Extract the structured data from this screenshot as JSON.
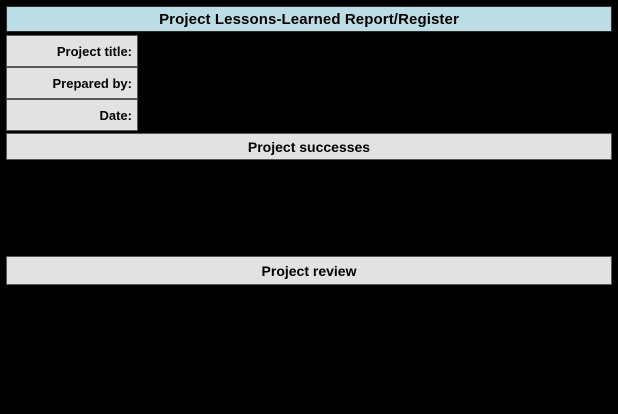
{
  "document": {
    "title": "Project Lessons-Learned Report/Register",
    "accent_color": "#bddde6",
    "band_color": "#e2e2e2",
    "background_color": "#000000",
    "border_color": "#575757"
  },
  "fields": [
    {
      "label": "Project title:",
      "value": ""
    },
    {
      "label": "Prepared by:",
      "value": ""
    },
    {
      "label": "Date:",
      "value": ""
    }
  ],
  "sections": [
    {
      "heading": "Project successes",
      "body": ""
    },
    {
      "heading": "Project review",
      "body": ""
    }
  ]
}
